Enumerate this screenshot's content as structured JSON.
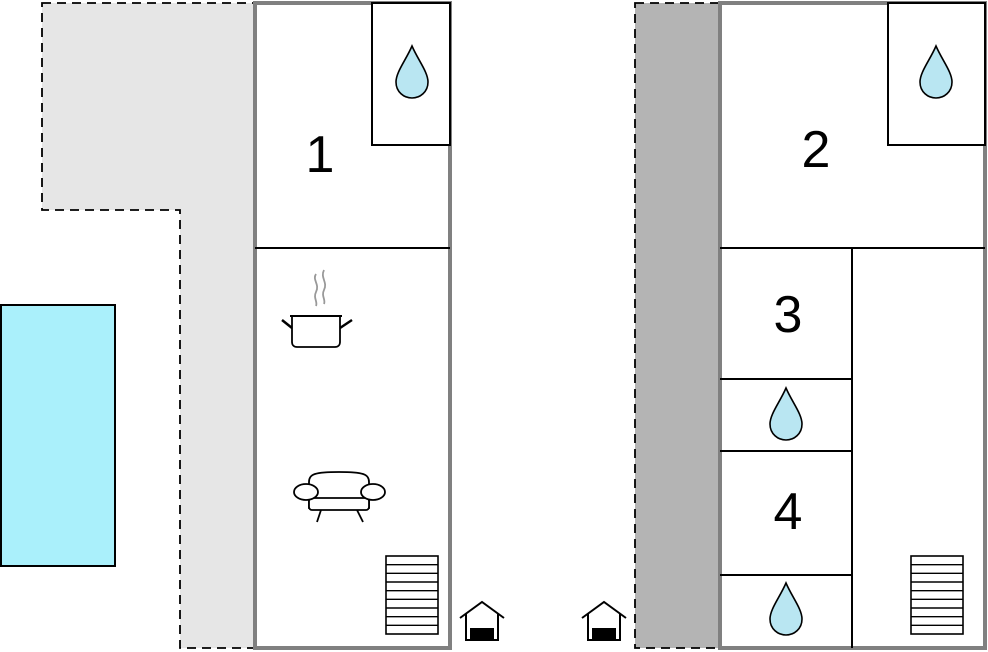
{
  "floors": [
    {
      "id": "ground",
      "rooms": [
        {
          "label": "1"
        }
      ]
    },
    {
      "id": "upper",
      "rooms": [
        {
          "label": "2"
        },
        {
          "label": "3"
        },
        {
          "label": "4"
        }
      ]
    }
  ],
  "icons": [
    "water-drop-icon",
    "cooking-pot-icon",
    "sofa-icon",
    "stairs-icon",
    "entrance-icon"
  ],
  "colors": {
    "pool": "#aaf0fb",
    "water_drop": "#b9e6f2",
    "terrace_light": "#e6e6e6",
    "terrace_dark": "#b4b4b4",
    "wall": "#808080",
    "line": "#000000"
  }
}
